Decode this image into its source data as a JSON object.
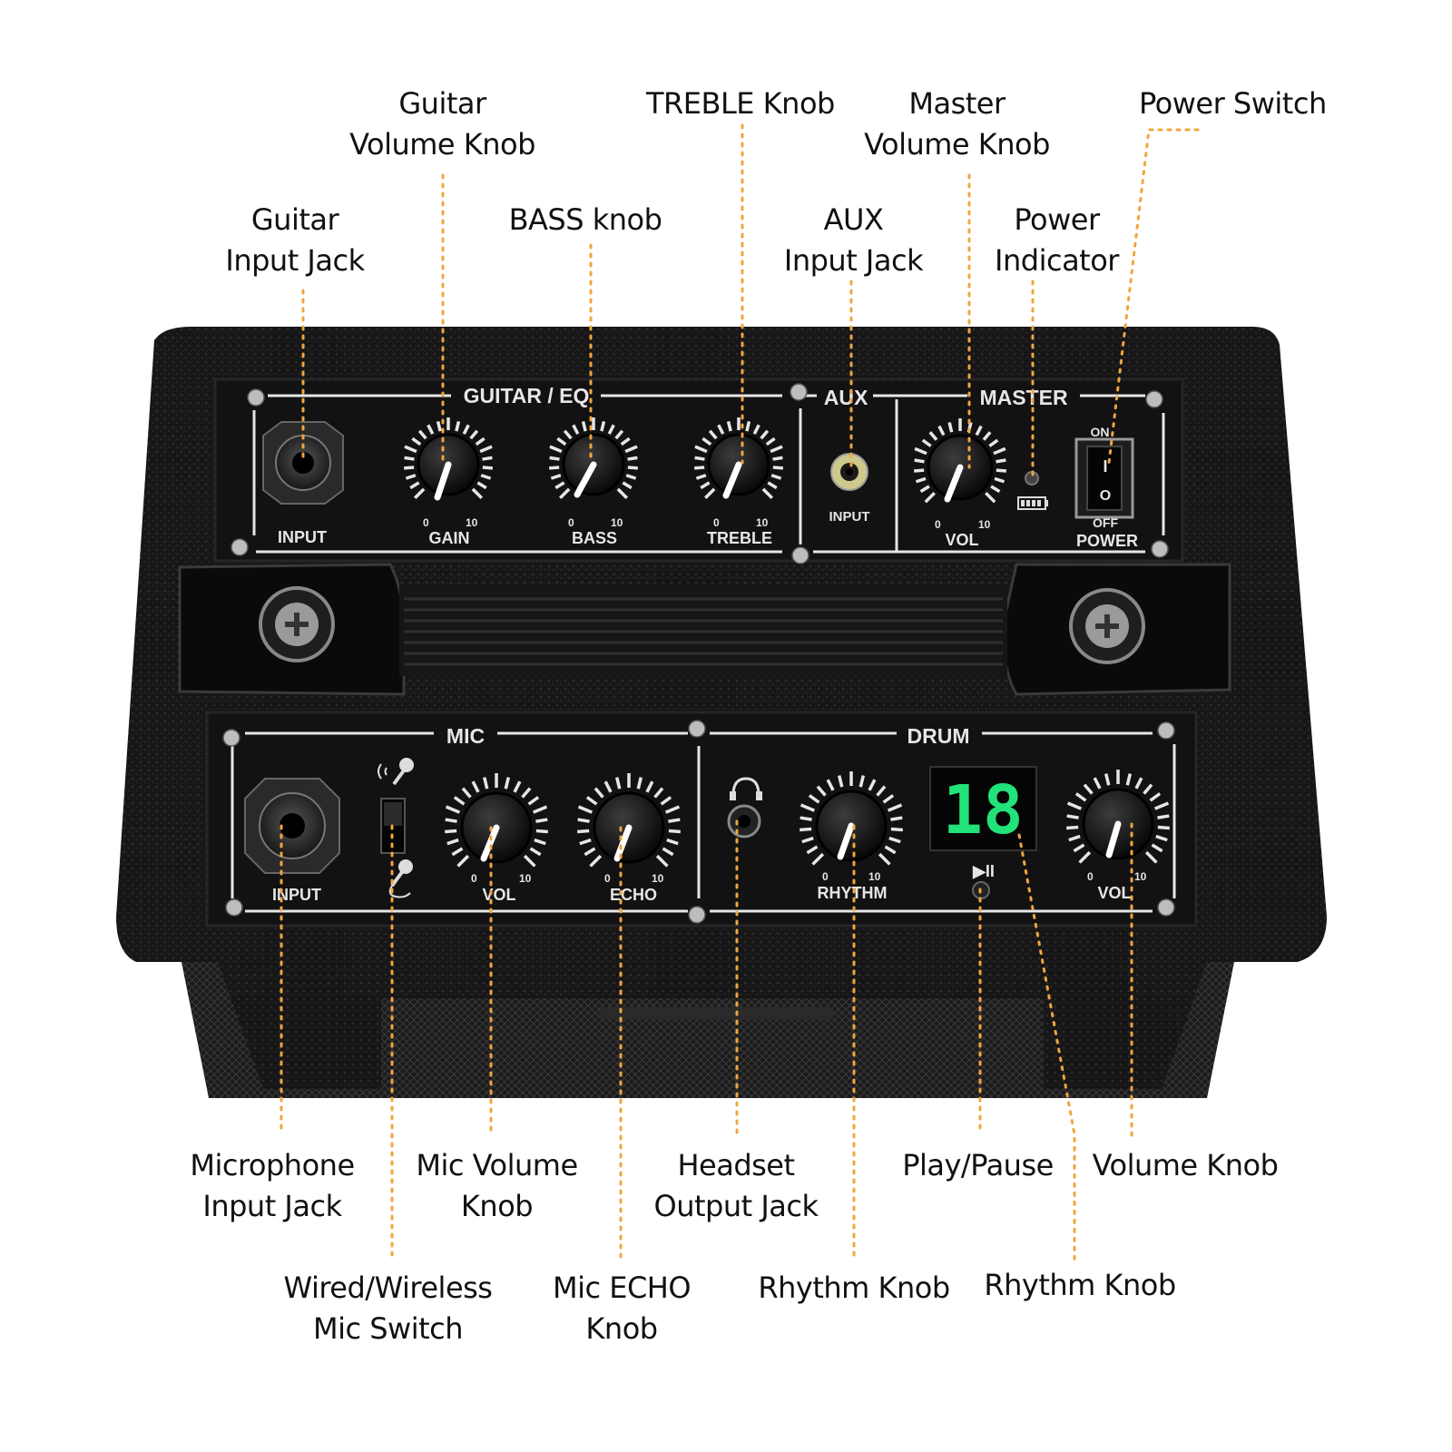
{
  "callouts": {
    "guitar_volume_knob": [
      "Guitar",
      "Volume Knob"
    ],
    "treble_knob": [
      "TREBLE Knob"
    ],
    "master_volume_knob": [
      "Master",
      "Volume Knob"
    ],
    "power_switch": [
      "Power Switch"
    ],
    "guitar_input_jack": [
      "Guitar",
      "Input Jack"
    ],
    "bass_knob": [
      "BASS knob"
    ],
    "aux_input_jack": [
      "AUX",
      "Input Jack"
    ],
    "power_indicator": [
      "Power",
      "Indicator"
    ],
    "microphone_input_jack": [
      "Microphone",
      "Input Jack"
    ],
    "mic_volume_knob": [
      "Mic Volume",
      "Knob"
    ],
    "headset_output_jack": [
      "Headset",
      "Output Jack"
    ],
    "play_pause": [
      "Play/Pause"
    ],
    "volume_knob": [
      "Volume Knob"
    ],
    "wired_wireless_mic_switch": [
      "Wired/Wireless",
      "Mic Switch"
    ],
    "mic_echo_knob": [
      "Mic ECHO",
      "Knob"
    ],
    "rhythm_knob": [
      "Rhythm Knob"
    ],
    "rhythm_knob_display": [
      "Rhythm Knob"
    ]
  },
  "panel": {
    "guitar_eq": "GUITAR / EQ",
    "aux": "AUX",
    "master": "MASTER",
    "mic": "MIC",
    "drum": "DRUM",
    "input": "INPUT",
    "gain": "GAIN",
    "bass": "BASS",
    "treble": "TREBLE",
    "vol": "VOL",
    "echo": "ECHO",
    "rhythm": "RHYTHM",
    "on": "ON",
    "off": "OFF",
    "power": "POWER",
    "scale_min": "0",
    "scale_max": "10",
    "play_pause_symbol": "▶II",
    "rocker_on": "I",
    "rocker_off": "O",
    "display_value": "18"
  },
  "colors": {
    "leader": "#f0a63c",
    "display": "#22e27a",
    "panel": "#141414",
    "body": "#161616"
  }
}
